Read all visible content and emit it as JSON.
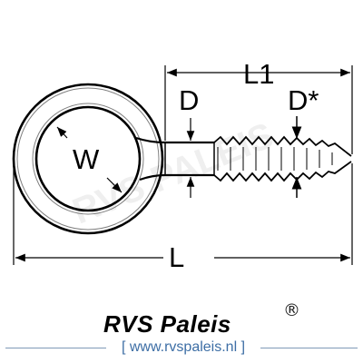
{
  "drawing": {
    "labels": {
      "shank_length": "L1",
      "thread_diameter": "D*",
      "wire_diameter": "D",
      "eye_inner_width": "W",
      "overall_length": "L"
    },
    "watermark": "RVS PALEIS",
    "line_color": "#000000"
  },
  "brand": {
    "name": "RVS Paleis",
    "registered": "®",
    "url": "[ www.rvspaleis.nl ]",
    "url_color": "#3d6ea5"
  }
}
